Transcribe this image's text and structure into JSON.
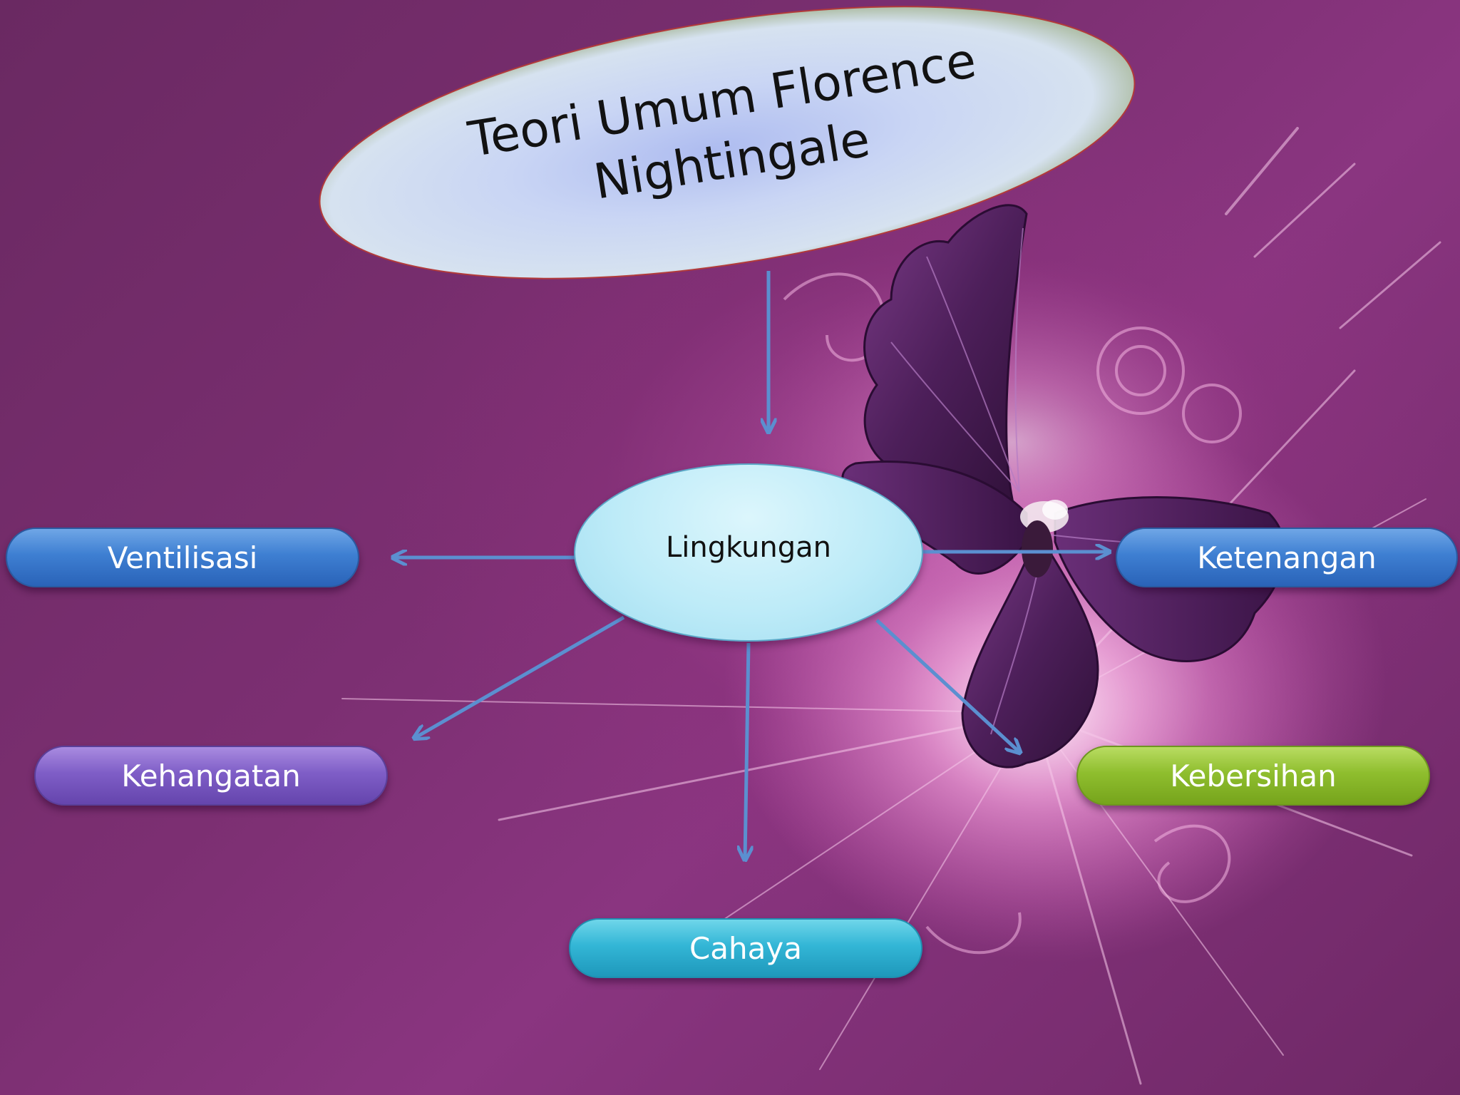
{
  "title": "Teori Umum Florence Nightingale",
  "center": {
    "label": "Lingkungan"
  },
  "nodes": {
    "ventilisasi": {
      "label": "Ventilisasi",
      "color": "#3e7fd2"
    },
    "ketenangan": {
      "label": "Ketenangan",
      "color": "#3e7fd2"
    },
    "kehangatan": {
      "label": "Kehangatan",
      "color": "#7f5ec7"
    },
    "kebersihan": {
      "label": "Kebersihan",
      "color": "#8fbe2e"
    },
    "cahaya": {
      "label": "Cahaya",
      "color": "#33b6d6"
    }
  },
  "colors": {
    "background": "#6e2a66",
    "arrow": "#5b8fd0",
    "center_fill": "#bdebf8",
    "title_fill": "#c7d4f2"
  }
}
